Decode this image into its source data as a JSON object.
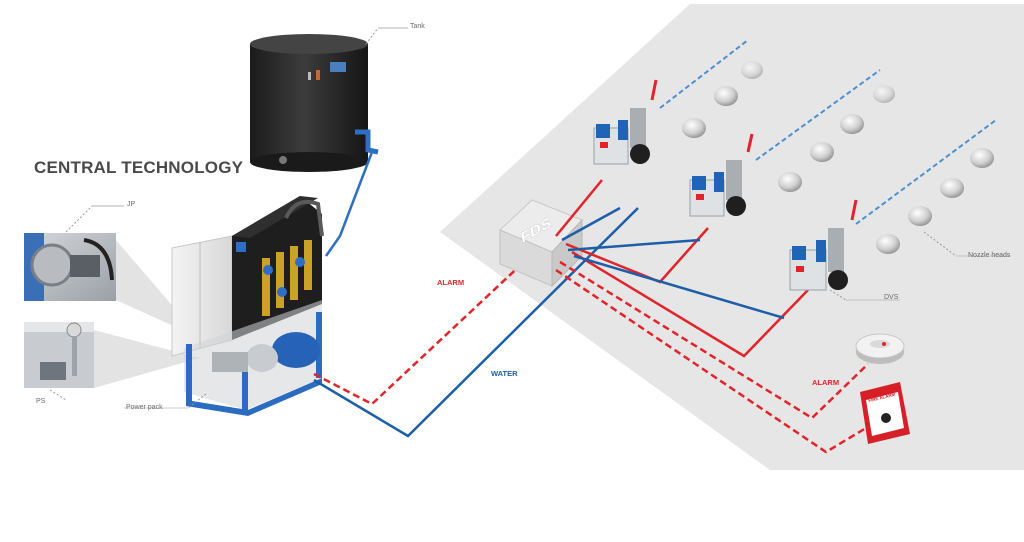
{
  "title": "CENTRAL TECHNOLOGY",
  "labels": {
    "tank": "Tank",
    "jp": "JP",
    "ps": "PS",
    "power_pack": "Power pack",
    "fds": "FDS",
    "alarm_left": "ALARM",
    "water": "WATER",
    "alarm_right": "ALARM",
    "nozzle_heads": "Nozzle heads",
    "dvs": "DVS",
    "fire_alarm": "FIRE ALARM"
  },
  "colors": {
    "alarm_line": "#e2242a",
    "water_line": "#1d5ea8",
    "platform": "#e6e6e6",
    "tank": "#2b2b2b",
    "valve_blue": "#1f64b5"
  }
}
